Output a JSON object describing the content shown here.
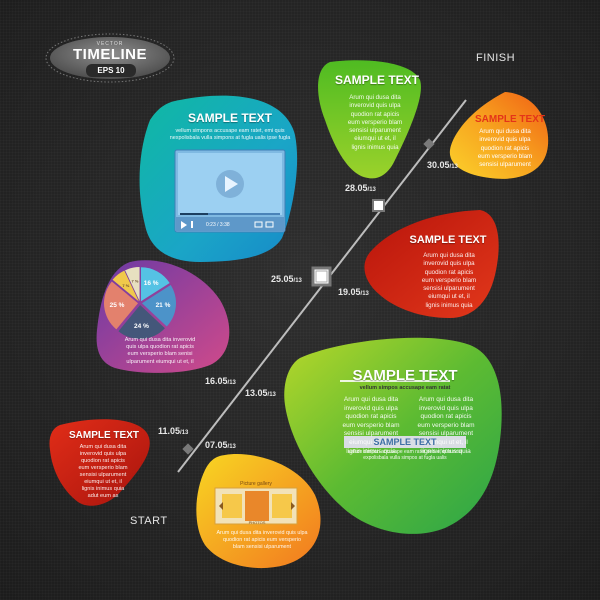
{
  "badge": {
    "vector": "VECTOR",
    "title": "TIMELINE",
    "eps": "EPS 10"
  },
  "finish_label": "FINISH",
  "start_label": "START",
  "dates": [
    {
      "day": "28.05",
      "yr": "/13"
    },
    {
      "day": "30.05",
      "yr": "/13"
    },
    {
      "day": "25.05",
      "yr": "/13"
    },
    {
      "day": "19.05",
      "yr": "/13"
    },
    {
      "day": "16.05",
      "yr": "/13"
    },
    {
      "day": "13.05",
      "yr": "/13"
    },
    {
      "day": "11.05",
      "yr": "/13"
    },
    {
      "day": "07.05",
      "yr": "/13"
    }
  ],
  "bubbles": {
    "teal": {
      "title": "SAMPLE TEXT",
      "body": "vellum simpons accusape eam ratet, emi quis nexpolisbala vulla simpons at fugla ualis ipse fugla"
    },
    "green_top": {
      "title": "SAMPLE TEXT",
      "body": "Arum qui dusa dita\ninverovid quis ulpa\nquodion rat apicis\neum versperio blam\nsensisi ulparument\neiumqui ut et, il\nlignis inimus quia"
    },
    "orange": {
      "title": "SAMPLE TEXT",
      "body": "Arum qui dusa dita\ninverovid quis ulpa\nquodion rat apicis\neum versperio blam\nsensisi ulparument"
    },
    "red_right": {
      "title": "SAMPLE TEXT",
      "body": "Arum qui dusa dita\ninverovid quis ulpa\nquodion rat apicis\neum versperio blam\nsensisi ulparument\neiumqui ut et, il\nlignis inimus quia"
    },
    "purple": {
      "body": "Arum qui dusa dita inverovid\nquis ulpa quodion rat apicis\neum versperio blam senisi\nulparument eiumqui ut et, il"
    },
    "green_big": {
      "title": "SAMPLE TEXT",
      "subtitle": "vellum simpos accusape eam ratat",
      "col1": "Arum qui dusa dita\ninverovid quis ulpa\nquodion rat apicis\neum versperio blam\nsensisi ulparument\neiumqui ut et, il\nlignis inimus quia",
      "col2": "Arum qui dusa dita\ninverovid quis ulpa\nquodion rat apicis\neum versperio blam\nsensisi ulparument\neiumqui ut et, il\nlignis inimus quia",
      "bar_label": "SAMPLE TEXT",
      "footer": "vellum simpon accusape eam ratet selaie, quis ndsi\nexpolisbala vulla simpos at fugla ualis"
    },
    "red_left": {
      "title": "SAMPLE TEXT",
      "body": "Arum qui dusa dita\ninverovid quis ulpa\nquodion rat apicis\neum versperio blam\nsensisi ulparument\neiumqui ut et, il\nlignis inimus quia\nadut eum as"
    },
    "yellow": {
      "label": "Picture gallery",
      "body": "Arum qui dusa dita inverovid quis ulpa\nquodion rat apicis eum versperio\nblam sensisi ulparument"
    }
  },
  "video": {
    "time": "0:23",
    "total": "3:38"
  },
  "pie": {
    "slices": [
      {
        "label": "16 %",
        "value": 16,
        "color": "#55c2e4"
      },
      {
        "label": "21 %",
        "value": 21,
        "color": "#4c93c9"
      },
      {
        "label": "24 %",
        "value": 24,
        "color": "#44577a"
      },
      {
        "label": "25 %",
        "value": 25,
        "color": "#e3816d"
      },
      {
        "label": "7 %",
        "value": 7,
        "color": "#f0c94b"
      },
      {
        "label": "7 %",
        "value": 7,
        "color": "#e7e0c0"
      }
    ]
  },
  "gallery": {
    "caption": "PHOTOS"
  },
  "colors": {
    "teal": "#1fb3a8",
    "green": "#59c125",
    "orange": "#f6a624",
    "red": "#d62a12",
    "purple": "#8a3c99",
    "lime": "#8ccb2b",
    "yellow": "#f4c32a"
  }
}
